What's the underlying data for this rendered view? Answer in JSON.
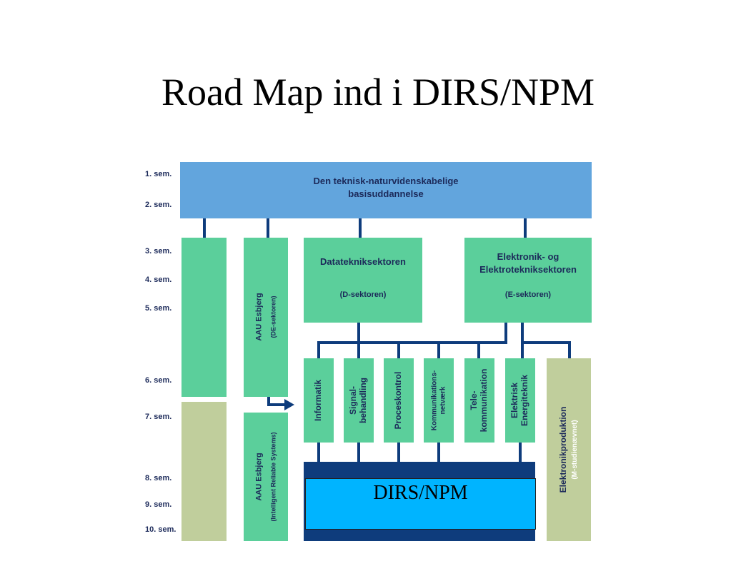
{
  "title": "Road Map ind i DIRS/NPM",
  "semesters": [
    "1. sem.",
    "2. sem.",
    "3. sem.",
    "4. sem.",
    "5. sem.",
    "6. sem.",
    "7. sem.",
    "8. sem.",
    "9. sem.",
    "10. sem."
  ],
  "basis": {
    "line1": "Den teknisk-naturvidenskabelige",
    "line2": "basisuddannelse"
  },
  "aau_top": {
    "line1": "AAU Esbjerg",
    "line2": "(DE-sektoren)"
  },
  "aau_bottom": {
    "line1": "AAU Esbjerg",
    "line2": "(Intelligent Reliable Systems)"
  },
  "d_sector": {
    "name": "Datatekniksektoren",
    "code": "(D-sektoren)"
  },
  "e_sector": {
    "line1": "Elektronik- og",
    "line2": "Elektrotekniksektoren",
    "code": "(E-sektoren)"
  },
  "specializations": [
    {
      "line1": "Informatik",
      "line2": ""
    },
    {
      "line1": "Signal-",
      "line2": "behandling"
    },
    {
      "line1": "Proceskontrol",
      "line2": ""
    },
    {
      "line1": "Kommunikations-",
      "line2": "netværk"
    },
    {
      "line1": "Tele-",
      "line2": "kommunikation"
    },
    {
      "line1": "Elektrisk",
      "line2": "Energiteknik"
    }
  ],
  "elektronik": {
    "line1": "Elektronikproduktion",
    "line2": "(M-studienævnet)"
  },
  "dirs_label": "DIRS/NPM",
  "colors": {
    "green": "#5bcf9b",
    "olive": "#c0ce9c",
    "blue": "#62a5dd",
    "navy": "#0e3c7c",
    "dirs": "#00b4ff"
  }
}
